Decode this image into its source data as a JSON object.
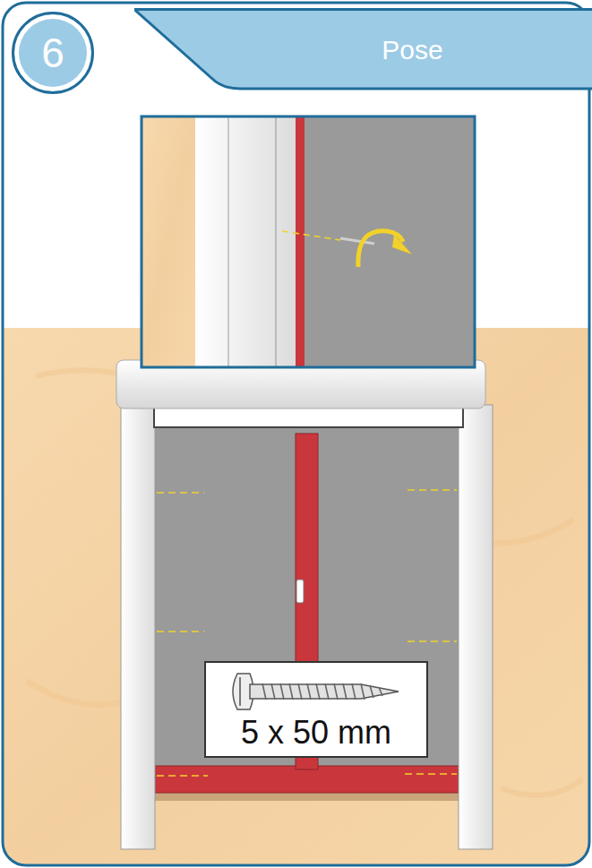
{
  "diagram": {
    "nodes": [
      {
        "text": [
          "6"
        ]
      },
      {
        "text": [
          "Pose"
        ]
      },
      {
        "text": [
          "5 x 50 mm"
        ]
      }
    ]
  }
}
